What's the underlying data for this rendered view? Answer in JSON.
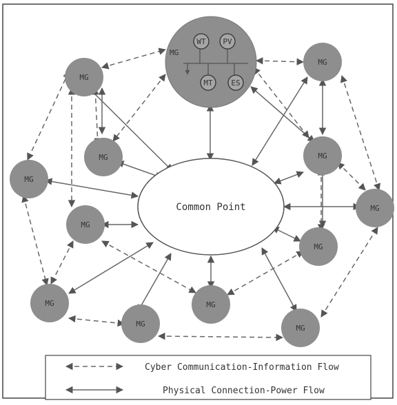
{
  "diagram": {
    "center_label": "Common Point",
    "node_label": "MG",
    "main_node": {
      "label": "MG",
      "components": [
        "WT",
        "PV",
        "MT",
        "ES"
      ]
    }
  },
  "legend": {
    "cyber": "Cyber Communication-Information Flow",
    "physical": "Physical Connection-Power Flow"
  }
}
